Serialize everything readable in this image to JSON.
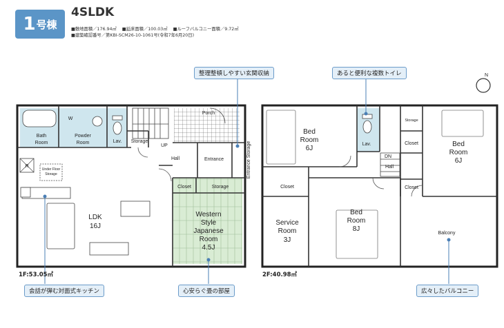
{
  "header": {
    "unit_number": "1",
    "unit_suffix": "号棟",
    "plan_type": "4SLDK",
    "specs_line1": [
      "■敷地面積／176.94㎡",
      "■延床面積／100.03㎡",
      "■ルーフバルコニー面積／9.72㎡"
    ],
    "specs_line2": "■建築確認番号／第KBI-SCM26-10-1061号(令和7年6月20日)"
  },
  "floor1": {
    "area_label": "1F:53.05㎡",
    "rooms": {
      "bath": "Bath Room",
      "powder": "Powder Room",
      "w": "W",
      "lav": "Lav.",
      "storage_small": "Storage",
      "porch": "Porch",
      "up": "UP",
      "hall": "Hall",
      "entrance": "Entrance",
      "entrance_storage": "Entrance Storage",
      "r": "R",
      "underfloor": "Under Floor Storage",
      "ldk_name": "LDK",
      "ldk_size": "16J",
      "closet": "Closet",
      "storage": "Storage",
      "japanese_1": "Western",
      "japanese_2": "Style",
      "japanese_3": "Japanese",
      "japanese_4": "Room",
      "japanese_size": "4.5J"
    }
  },
  "floor2": {
    "area_label": "2F:40.98㎡",
    "rooms": {
      "bed1_name": "Bed Room",
      "bed1_size": "6J",
      "lav": "Lav.",
      "dn": "DN",
      "hall": "Hall",
      "storage": "Storage",
      "closet_a": "Closet",
      "bed2_name": "Bed Room",
      "bed2_size": "6J",
      "closet_b": "Closet",
      "closet_c": "Closet",
      "service_name": "Service Room",
      "service_size": "3J",
      "bed3_name": "Bed Room",
      "bed3_size": "8J",
      "balcony": "Balcony"
    }
  },
  "callouts": {
    "entrance_storage": "整理整頓しやすい玄関収納",
    "toilet": "あると便利な複数トイレ",
    "kitchen": "会話が弾む対面式キッチン",
    "tatami": "心安らぐ畳の部屋",
    "balcony": "広々したバルコニー"
  },
  "compass": {
    "north": "N"
  },
  "colors": {
    "accent": "#5b95c7",
    "wet_area": "#cfe6ee",
    "tatami": "#d9ecd4",
    "callout_fill": "#e4eff8"
  }
}
